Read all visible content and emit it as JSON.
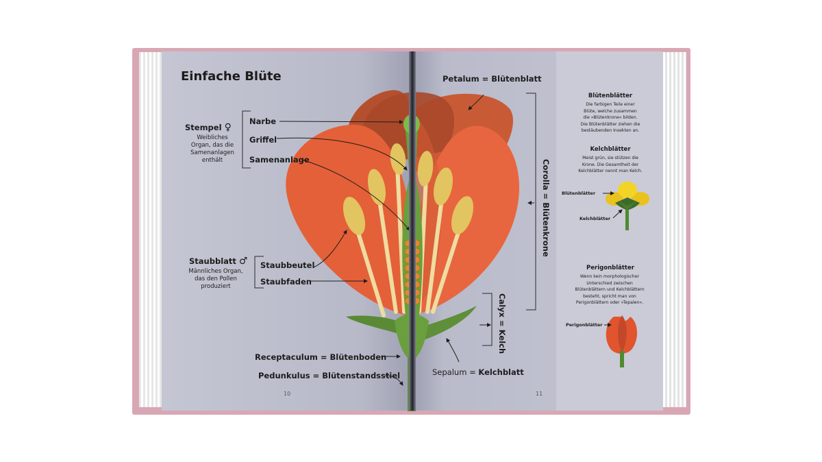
{
  "title": "Einfache Blüte",
  "stempel": {
    "heading": "Stempel",
    "symbol": "♀",
    "desc": [
      "Weibliches",
      "Organ, das die",
      "Samenanlagen",
      "enthält"
    ],
    "parts": [
      "Narbe",
      "Griffel",
      "Samenanlage"
    ]
  },
  "staubblatt": {
    "heading": "Staubblatt",
    "symbol": "♂",
    "desc": [
      "Männliches Organ,",
      "das den Pollen",
      "produziert"
    ],
    "parts": [
      "Staubbeutel",
      "Staubfaden"
    ]
  },
  "bottom_labels": {
    "receptaculum": "Receptaculum = Blütenboden",
    "pedunkulus": "Pedunkulus = Blütenstandsstiel"
  },
  "right_labels": {
    "petalum": "Petalum = Blütenblatt",
    "corolla": "Corolla = Blütenkrone",
    "calyx": "Calyx = Kelch",
    "sepalum_prefix": "Sepalum =",
    "sepalum_term": "Kelchblatt"
  },
  "page_numbers": {
    "left": "10",
    "right": "11"
  },
  "sidebar": {
    "bluetenblaetter": {
      "heading": "Blütenblätter",
      "text": [
        "Die farbigen Teile einer",
        "Blüte, welche zusammen",
        "die »Blütenkrone« bilden.",
        "Die Blütenblätter ziehen die",
        "bestäubenden Insekten an."
      ]
    },
    "kelchblaetter": {
      "heading": "Kelchblätter",
      "text": [
        "Meist grün, sie stützen die",
        "Krone. Die Gesamtheit der",
        "Kelchblätter nennt man Kelch."
      ]
    },
    "mini1_labels": [
      "Blütenblätter",
      "Kelchblätter"
    ],
    "perigonblaetter": {
      "heading": "Perigonblätter",
      "text": [
        "Wenn kein morphologischer",
        "Unterschied zwischen",
        "Blütenblättern und Kelchblättern",
        "besteht, spricht man von",
        "Perigonblättern oder »Tepalen«."
      ]
    },
    "mini2_label": "Perigonblätter"
  },
  "colors": {
    "petal_front": "#e8663f",
    "petal_back": "#c4542f",
    "petal_dark": "#9e4a2e",
    "anther": "#e2c460",
    "filament": "#efdca0",
    "green": "#5f8a3a",
    "page": "#c4c6d3",
    "cover": "#d9a7b4"
  }
}
